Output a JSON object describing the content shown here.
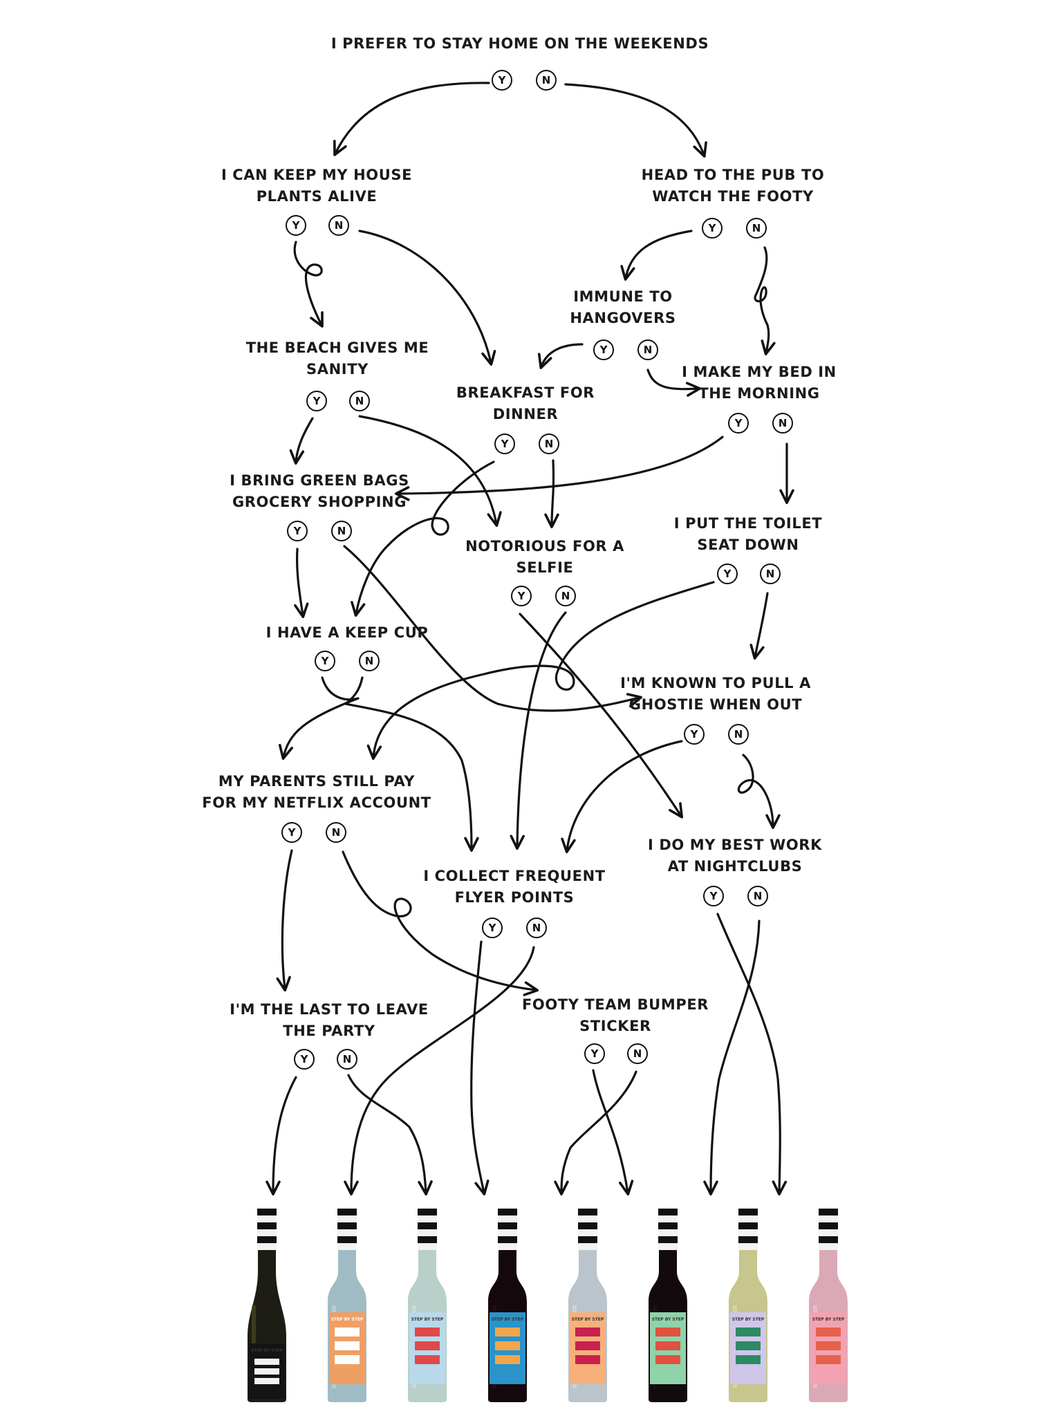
{
  "questions": {
    "q1": {
      "lines": [
        "I prefer to stay home on the weekends"
      ],
      "yes": "Y",
      "no": "N"
    },
    "q2": {
      "lines": [
        "I can keep my house",
        "plants alive"
      ],
      "yes": "Y",
      "no": "N"
    },
    "q3": {
      "lines": [
        "Head to the pub to",
        "watch the footy"
      ],
      "yes": "Y",
      "no": "N"
    },
    "q4": {
      "lines": [
        "Immune to",
        "hangovers"
      ],
      "yes": "Y",
      "no": "N"
    },
    "q5": {
      "lines": [
        "The beach gives me",
        "sanity"
      ],
      "yes": "Y",
      "no": "N"
    },
    "q6": {
      "lines": [
        "Breakfast for",
        "dinner"
      ],
      "yes": "Y",
      "no": "N"
    },
    "q7": {
      "lines": [
        "I make my bed in",
        "the morning"
      ],
      "yes": "Y",
      "no": "N"
    },
    "q8": {
      "lines": [
        "I bring green bags",
        "grocery shopping"
      ],
      "yes": "Y",
      "no": "N"
    },
    "q9": {
      "lines": [
        "Notorious for a",
        "selfie"
      ],
      "yes": "Y",
      "no": "N"
    },
    "q10": {
      "lines": [
        "I put the toilet",
        "seat down"
      ],
      "yes": "Y",
      "no": "N"
    },
    "q11": {
      "lines": [
        "I have a keep cup"
      ],
      "yes": "Y",
      "no": "N"
    },
    "q12": {
      "lines": [
        "I'm known to pull a",
        "ghostie when out"
      ],
      "yes": "Y",
      "no": "N"
    },
    "q13": {
      "lines": [
        "My parents still pay",
        "for my Netflix account"
      ],
      "yes": "Y",
      "no": "N"
    },
    "q14": {
      "lines": [
        "I do my best work",
        "at nightclubs"
      ],
      "yes": "Y",
      "no": "N"
    },
    "q15": {
      "lines": [
        "I collect frequent",
        "flyer points"
      ],
      "yes": "Y",
      "no": "N"
    },
    "q16": {
      "lines": [
        "I'm the last to leave",
        "the party"
      ],
      "yes": "Y",
      "no": "N"
    },
    "q17": {
      "lines": [
        "Footy team bumper",
        "sticker"
      ],
      "yes": "Y",
      "no": "N"
    }
  },
  "brand": "STEP BY STEP",
  "bottles": [
    {
      "glass": "#1d1d16",
      "shoulder": "#5c5a22",
      "label": "#141414",
      "stripes": [
        "#f2f2f2",
        "#f2f2f2",
        "#f2f2f2"
      ],
      "shape": "burgundy"
    },
    {
      "glass": "#9fbcc4",
      "shoulder": "#c8dde2",
      "label": "#ef9f63",
      "stripes": [
        "#ffffff",
        "#ffffff",
        "#ffffff"
      ],
      "shape": "bordeaux"
    },
    {
      "glass": "#b9cfc9",
      "shoulder": "#d9e6e0",
      "label": "#b7d9ea",
      "stripes": [
        "#e04949",
        "#e04949",
        "#e04949"
      ],
      "shape": "bordeaux"
    },
    {
      "glass": "#15080c",
      "shoulder": "#3a0d18",
      "label": "#2a93c9",
      "stripes": [
        "#f2a64b",
        "#f2a64b",
        "#f2a64b"
      ],
      "shape": "bordeaux"
    },
    {
      "glass": "#b9c4cc",
      "shoulder": "#dde4e8",
      "label": "#f5b07c",
      "stripes": [
        "#c9214d",
        "#c9214d",
        "#c9214d"
      ],
      "shape": "bordeaux"
    },
    {
      "glass": "#130a0d",
      "shoulder": "#2d0f16",
      "label": "#8fd3a9",
      "stripes": [
        "#e0513f",
        "#e0513f",
        "#e0513f"
      ],
      "shape": "bordeaux"
    },
    {
      "glass": "#c6c68d",
      "shoulder": "#e3e2b8",
      "label": "#cfc6ea",
      "stripes": [
        "#2c8a63",
        "#2c8a63",
        "#2c8a63"
      ],
      "shape": "bordeaux"
    },
    {
      "glass": "#dba9b6",
      "shoulder": "#efcdd5",
      "label": "#f3a2b2",
      "stripes": [
        "#e6614b",
        "#e6614b",
        "#e6614b"
      ],
      "shape": "bordeaux"
    }
  ]
}
